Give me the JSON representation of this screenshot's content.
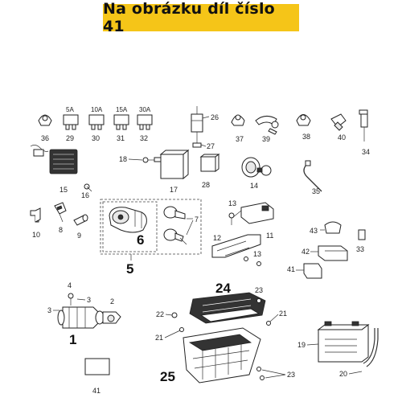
{
  "banner": {
    "text": "Na obrázku díl číslo 41"
  },
  "fuse_ratings": {
    "f29": "5A",
    "f30": "10A",
    "f31": "15A",
    "f32": "30A"
  },
  "labels": {
    "l1": "1",
    "l2": "2",
    "l3a": "3",
    "l3b": "3",
    "l4": "4",
    "l5": "5",
    "l6": "6",
    "l7": "7",
    "l8": "8",
    "l9": "9",
    "l10": "10",
    "l11": "11",
    "l12": "12",
    "l13a": "13",
    "l13b": "13",
    "l14": "14",
    "l15": "15",
    "l16": "16",
    "l17": "17",
    "l18": "18",
    "l19": "19",
    "l20": "20",
    "l21a": "21",
    "l21b": "21",
    "l22": "22",
    "l23a": "23",
    "l23b": "23",
    "l24": "24",
    "l25": "25",
    "l26": "26",
    "l27": "27",
    "l28": "28",
    "l29": "29",
    "l30": "30",
    "l31": "31",
    "l32": "32",
    "l33": "33",
    "l34": "34",
    "l35": "35",
    "l36": "36",
    "l37": "37",
    "l38": "38",
    "l39": "39",
    "l40": "40",
    "l41a": "41",
    "l41b": "41",
    "l42": "42",
    "l43": "43"
  },
  "colors": {
    "banner_bg": "#f5c518",
    "line": "#333333"
  }
}
